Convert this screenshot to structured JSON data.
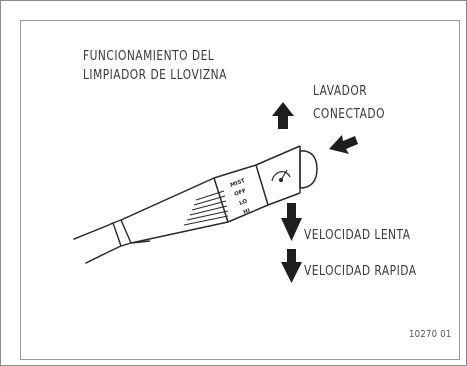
{
  "labels": {
    "wiper_mist_line1": "FUNCIONAMIENTO DEL",
    "wiper_mist_line2": "LIMPIADOR DE LLOVIZNA",
    "washer_line1": "LAVADOR",
    "washer_line2": "CONECTADO",
    "slow_speed": "VELOCIDAD LENTA",
    "fast_speed": "VELOCIDAD RAPIDA"
  },
  "switch_markings": [
    "MIST",
    "OFF",
    "LO",
    "HI"
  ],
  "figure_number": "10270 01",
  "colors": {
    "line": "#2a2a2a",
    "arrow": "#1e1e1e",
    "text": "#3a3a3a"
  }
}
